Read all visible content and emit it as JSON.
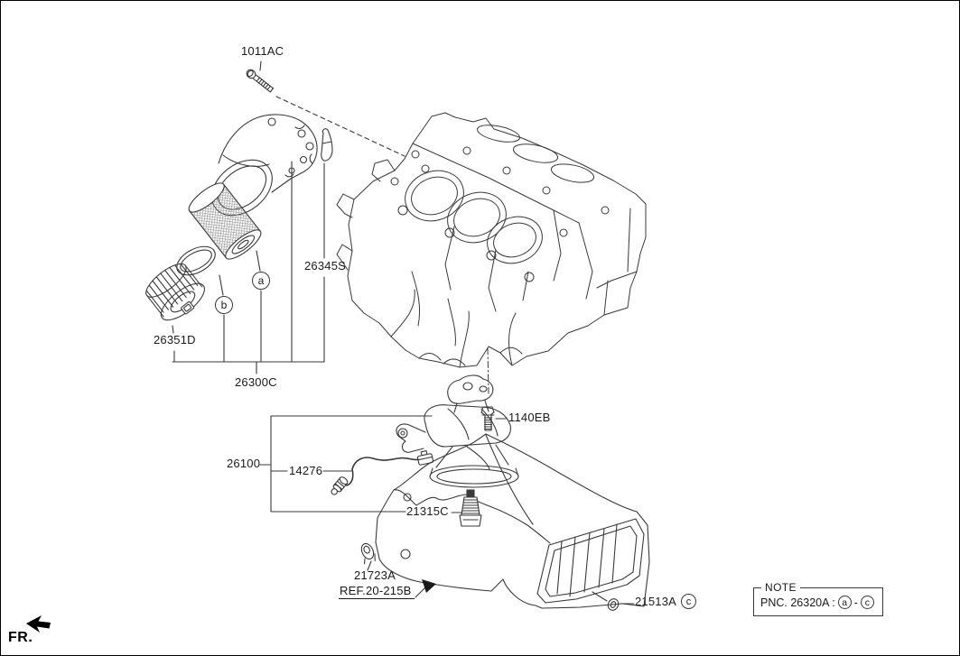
{
  "colors": {
    "line": "#3a3a3a",
    "text": "#1a1a1a",
    "background": "#ffffff"
  },
  "part_labels": {
    "bolt": "1011AC",
    "clip": "26345S",
    "cap": "26351D",
    "filter_assembly": "26300C",
    "oil_pump": "26100",
    "sensor_wire": "14276",
    "pump_bolt": "1140EB",
    "oil_screen": "21315C",
    "clamp": "21723A",
    "reference": "REF.20-215B",
    "washer": "21513A"
  },
  "callouts": {
    "a": "a",
    "b": "b",
    "c": "c"
  },
  "note_box": {
    "title": "NOTE",
    "pnc_label": "PNC. 26320A :",
    "range_start": "a",
    "range_separator": "-",
    "range_end": "c"
  },
  "front_marker": {
    "label": "FR."
  }
}
